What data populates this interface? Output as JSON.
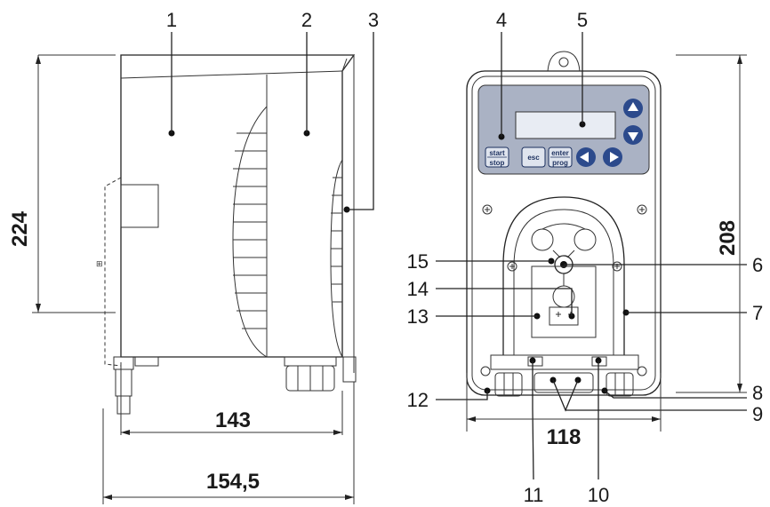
{
  "callouts": [
    "1",
    "2",
    "3",
    "4",
    "5",
    "6",
    "7",
    "8",
    "9",
    "10",
    "11",
    "12",
    "13",
    "14",
    "15"
  ],
  "dimensions": {
    "side_height": "224",
    "side_body_width": "143",
    "side_total_width": "154,5",
    "front_height": "208",
    "front_width": "118"
  },
  "keypad": {
    "start_stop": [
      "start",
      "stop"
    ],
    "esc": "esc",
    "enter_prog": [
      "enter",
      "prog"
    ]
  },
  "colors": {
    "line": "#222222",
    "panel": "#aab2c4",
    "button": "#2c4a8c"
  }
}
